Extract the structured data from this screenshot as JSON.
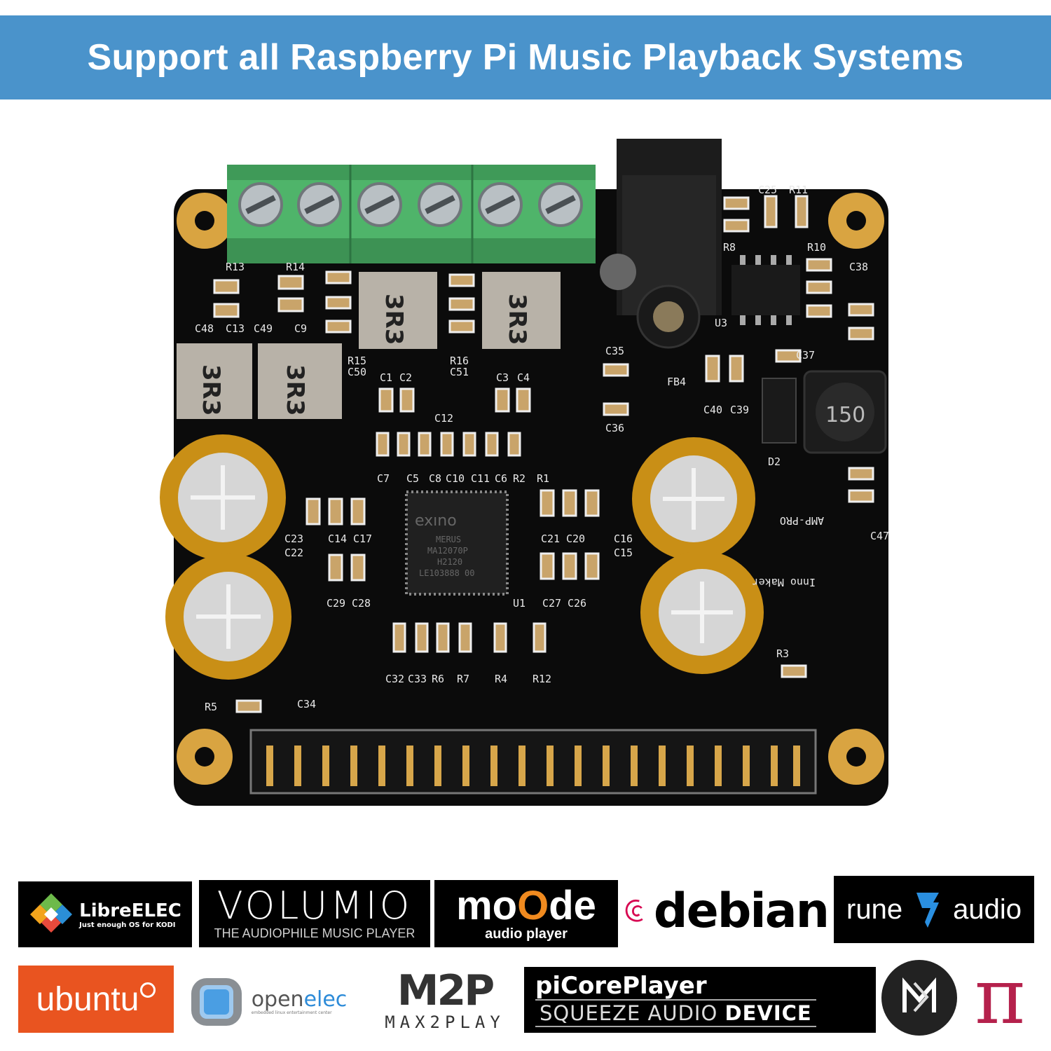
{
  "banner": {
    "title": "Support all Raspberry Pi Music Playback Systems"
  },
  "board": {
    "inductor_label": "3R3",
    "power_inductor_label": "150",
    "chip_lines": [
      "MERUS",
      "MA12070P",
      "H2120",
      "LE103888 00"
    ],
    "chip_brand": "exıno",
    "silkscreen": {
      "amp": "AMP-PRO",
      "maker": "Inno Maker",
      "labels": [
        "C48",
        "C13",
        "C49",
        "C9",
        "C50",
        "C51",
        "C1",
        "C2",
        "C3",
        "C4",
        "C12",
        "C7",
        "C5",
        "C8",
        "C10",
        "C11",
        "C6",
        "R2",
        "R1",
        "C23",
        "C22",
        "C14",
        "C17",
        "C29",
        "C28",
        "C21",
        "C20",
        "C16",
        "C15",
        "C27",
        "C26",
        "U1",
        "U3",
        "C32",
        "C33",
        "R6",
        "R7",
        "R4",
        "R12",
        "C34",
        "R5",
        "C35",
        "C36",
        "FB4",
        "C40",
        "C39",
        "C37",
        "D2",
        "R8",
        "R10",
        "C38",
        "C25",
        "R11",
        "R3",
        "R13",
        "R14",
        "R15",
        "R16",
        "C47"
      ]
    },
    "colors": {
      "pcb": "#0b0b0b",
      "terminal": "#4fb46a",
      "gold": "#d9a441",
      "cap_gold": "#c98f16"
    }
  },
  "logos": {
    "libreelec": {
      "name": "LibreELEC",
      "tagline": "Just enough OS for KODI"
    },
    "volumio": {
      "name": "VOLUMIO",
      "tagline": "THE AUDIOPHILE MUSIC PLAYER"
    },
    "moode": {
      "name_a": "mo",
      "name_o": "O",
      "name_b": "de",
      "tagline": "audio player"
    },
    "debian": {
      "name": "debian"
    },
    "rune": {
      "left": "rune",
      "right": "audio"
    },
    "ubuntu": {
      "name": "ubuntu"
    },
    "openelec": {
      "name_a": "open",
      "name_b": "elec",
      "tagline": "embedded linux entertainment center"
    },
    "max2play": {
      "name": "M2P",
      "tagline": "MAX2PLAY"
    },
    "picoreplayer": {
      "name": "piCorePlayer",
      "tagline_a": "SQUEEZE AUDIO ",
      "tagline_b": "DEVICE"
    },
    "pi": {
      "symbol": "π"
    }
  }
}
